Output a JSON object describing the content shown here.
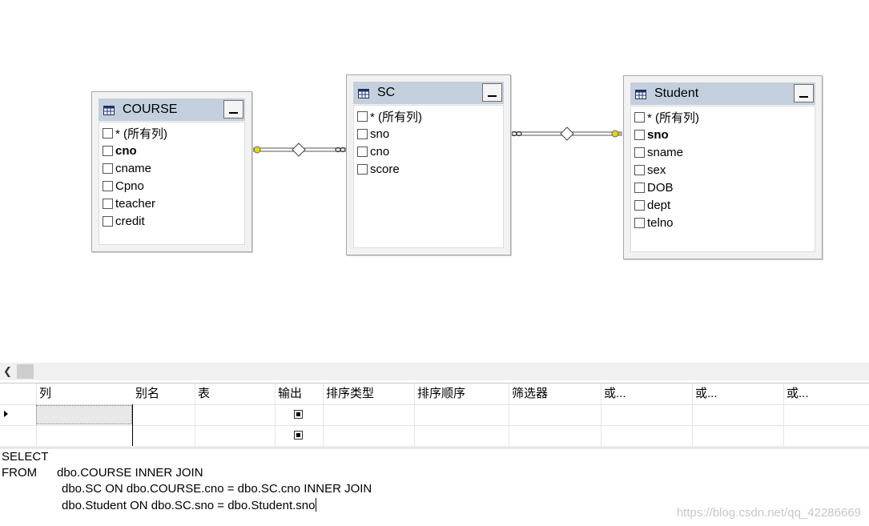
{
  "diagram": {
    "tables": [
      {
        "id": "course",
        "title": "COURSE",
        "columns": [
          {
            "label": "* (所有列)",
            "key": false
          },
          {
            "label": "cno",
            "key": true
          },
          {
            "label": "cname",
            "key": false
          },
          {
            "label": "Cpno",
            "key": false
          },
          {
            "label": "teacher",
            "key": false
          },
          {
            "label": "credit",
            "key": false
          }
        ]
      },
      {
        "id": "sc",
        "title": "SC",
        "columns": [
          {
            "label": "* (所有列)",
            "key": false
          },
          {
            "label": "sno",
            "key": false
          },
          {
            "label": "cno",
            "key": false
          },
          {
            "label": "score",
            "key": false
          }
        ]
      },
      {
        "id": "student",
        "title": "Student",
        "columns": [
          {
            "label": "* (所有列)",
            "key": false
          },
          {
            "label": "sno",
            "key": true
          },
          {
            "label": "sname",
            "key": false
          },
          {
            "label": "sex",
            "key": false
          },
          {
            "label": "DOB",
            "key": false
          },
          {
            "label": "dept",
            "key": false
          },
          {
            "label": "telno",
            "key": false
          }
        ]
      }
    ],
    "icons": {
      "table": "table-icon",
      "minimize": "minimize-icon",
      "key_end": "key-icon",
      "many_end": "infinity-icon"
    }
  },
  "grid": {
    "headers": [
      "列",
      "别名",
      "表",
      "输出",
      "排序类型",
      "排序顺序",
      "筛选器",
      "或...",
      "或...",
      "或..."
    ],
    "rows": 2
  },
  "sql": {
    "line1": "SELECT",
    "line2_kw": "FROM",
    "line2_text": "dbo.COURSE INNER JOIN",
    "line3": "dbo.SC ON dbo.COURSE.cno = dbo.SC.cno INNER JOIN",
    "line4": "dbo.Student ON dbo.SC.sno = dbo.Student.sno"
  },
  "watermark": "https://blog.csdn.net/qq_42286669",
  "colors": {
    "header_bg": "#c3cfdc",
    "key_gold": "#c8b400"
  }
}
